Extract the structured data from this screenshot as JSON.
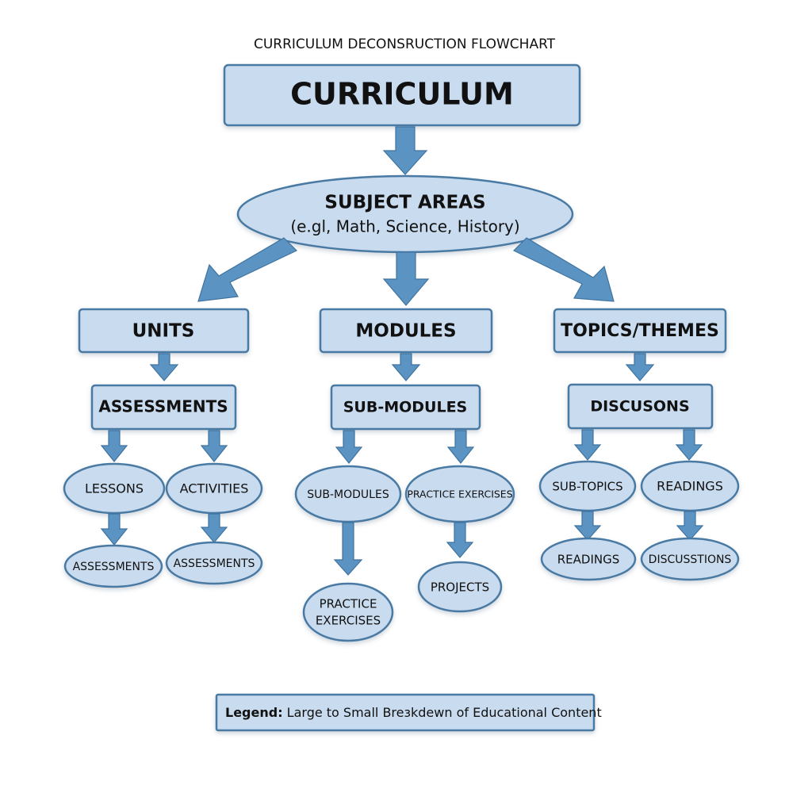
{
  "title": "CURRICULUM DECONSRUCTION FLOWCHART",
  "root": {
    "label": "CURRICULUM"
  },
  "subject_areas": {
    "label": "SUBJECT AREAS",
    "sublabel": "(e.gl, Math, Science, History)"
  },
  "branches": [
    {
      "label": "UNITS",
      "child": "ASSESSMENTS",
      "leaves": [
        {
          "label": "LESSONS",
          "child": "ASSESSMENTS"
        },
        {
          "label": "ACTIVITIES",
          "child": "ASSESSMENTS"
        }
      ]
    },
    {
      "label": "MODULES",
      "child": "SUB-MODULES",
      "leaves": [
        {
          "label": "SUB-MODULES",
          "child_line1": "PRACTICE",
          "child_line2": "EXERCISES"
        },
        {
          "label": "PRACTICE EXERCISES",
          "child": "PROJECTS"
        }
      ]
    },
    {
      "label": "TOPICS/THEMES",
      "child": "DISCUSONS",
      "leaves": [
        {
          "label": "SUB-TOPICS",
          "child": "READINGS"
        },
        {
          "label": "READINGS",
          "child": "DISCUSSTIONS"
        }
      ]
    }
  ],
  "legend": {
    "prefix": "Legend:",
    "text": " Large to Small Breзkdewn of Educational Content"
  },
  "colors": {
    "fill": "#c9dbee",
    "stroke": "#4a7aa3",
    "arrow": "#5b93c2",
    "text": "#111111"
  }
}
